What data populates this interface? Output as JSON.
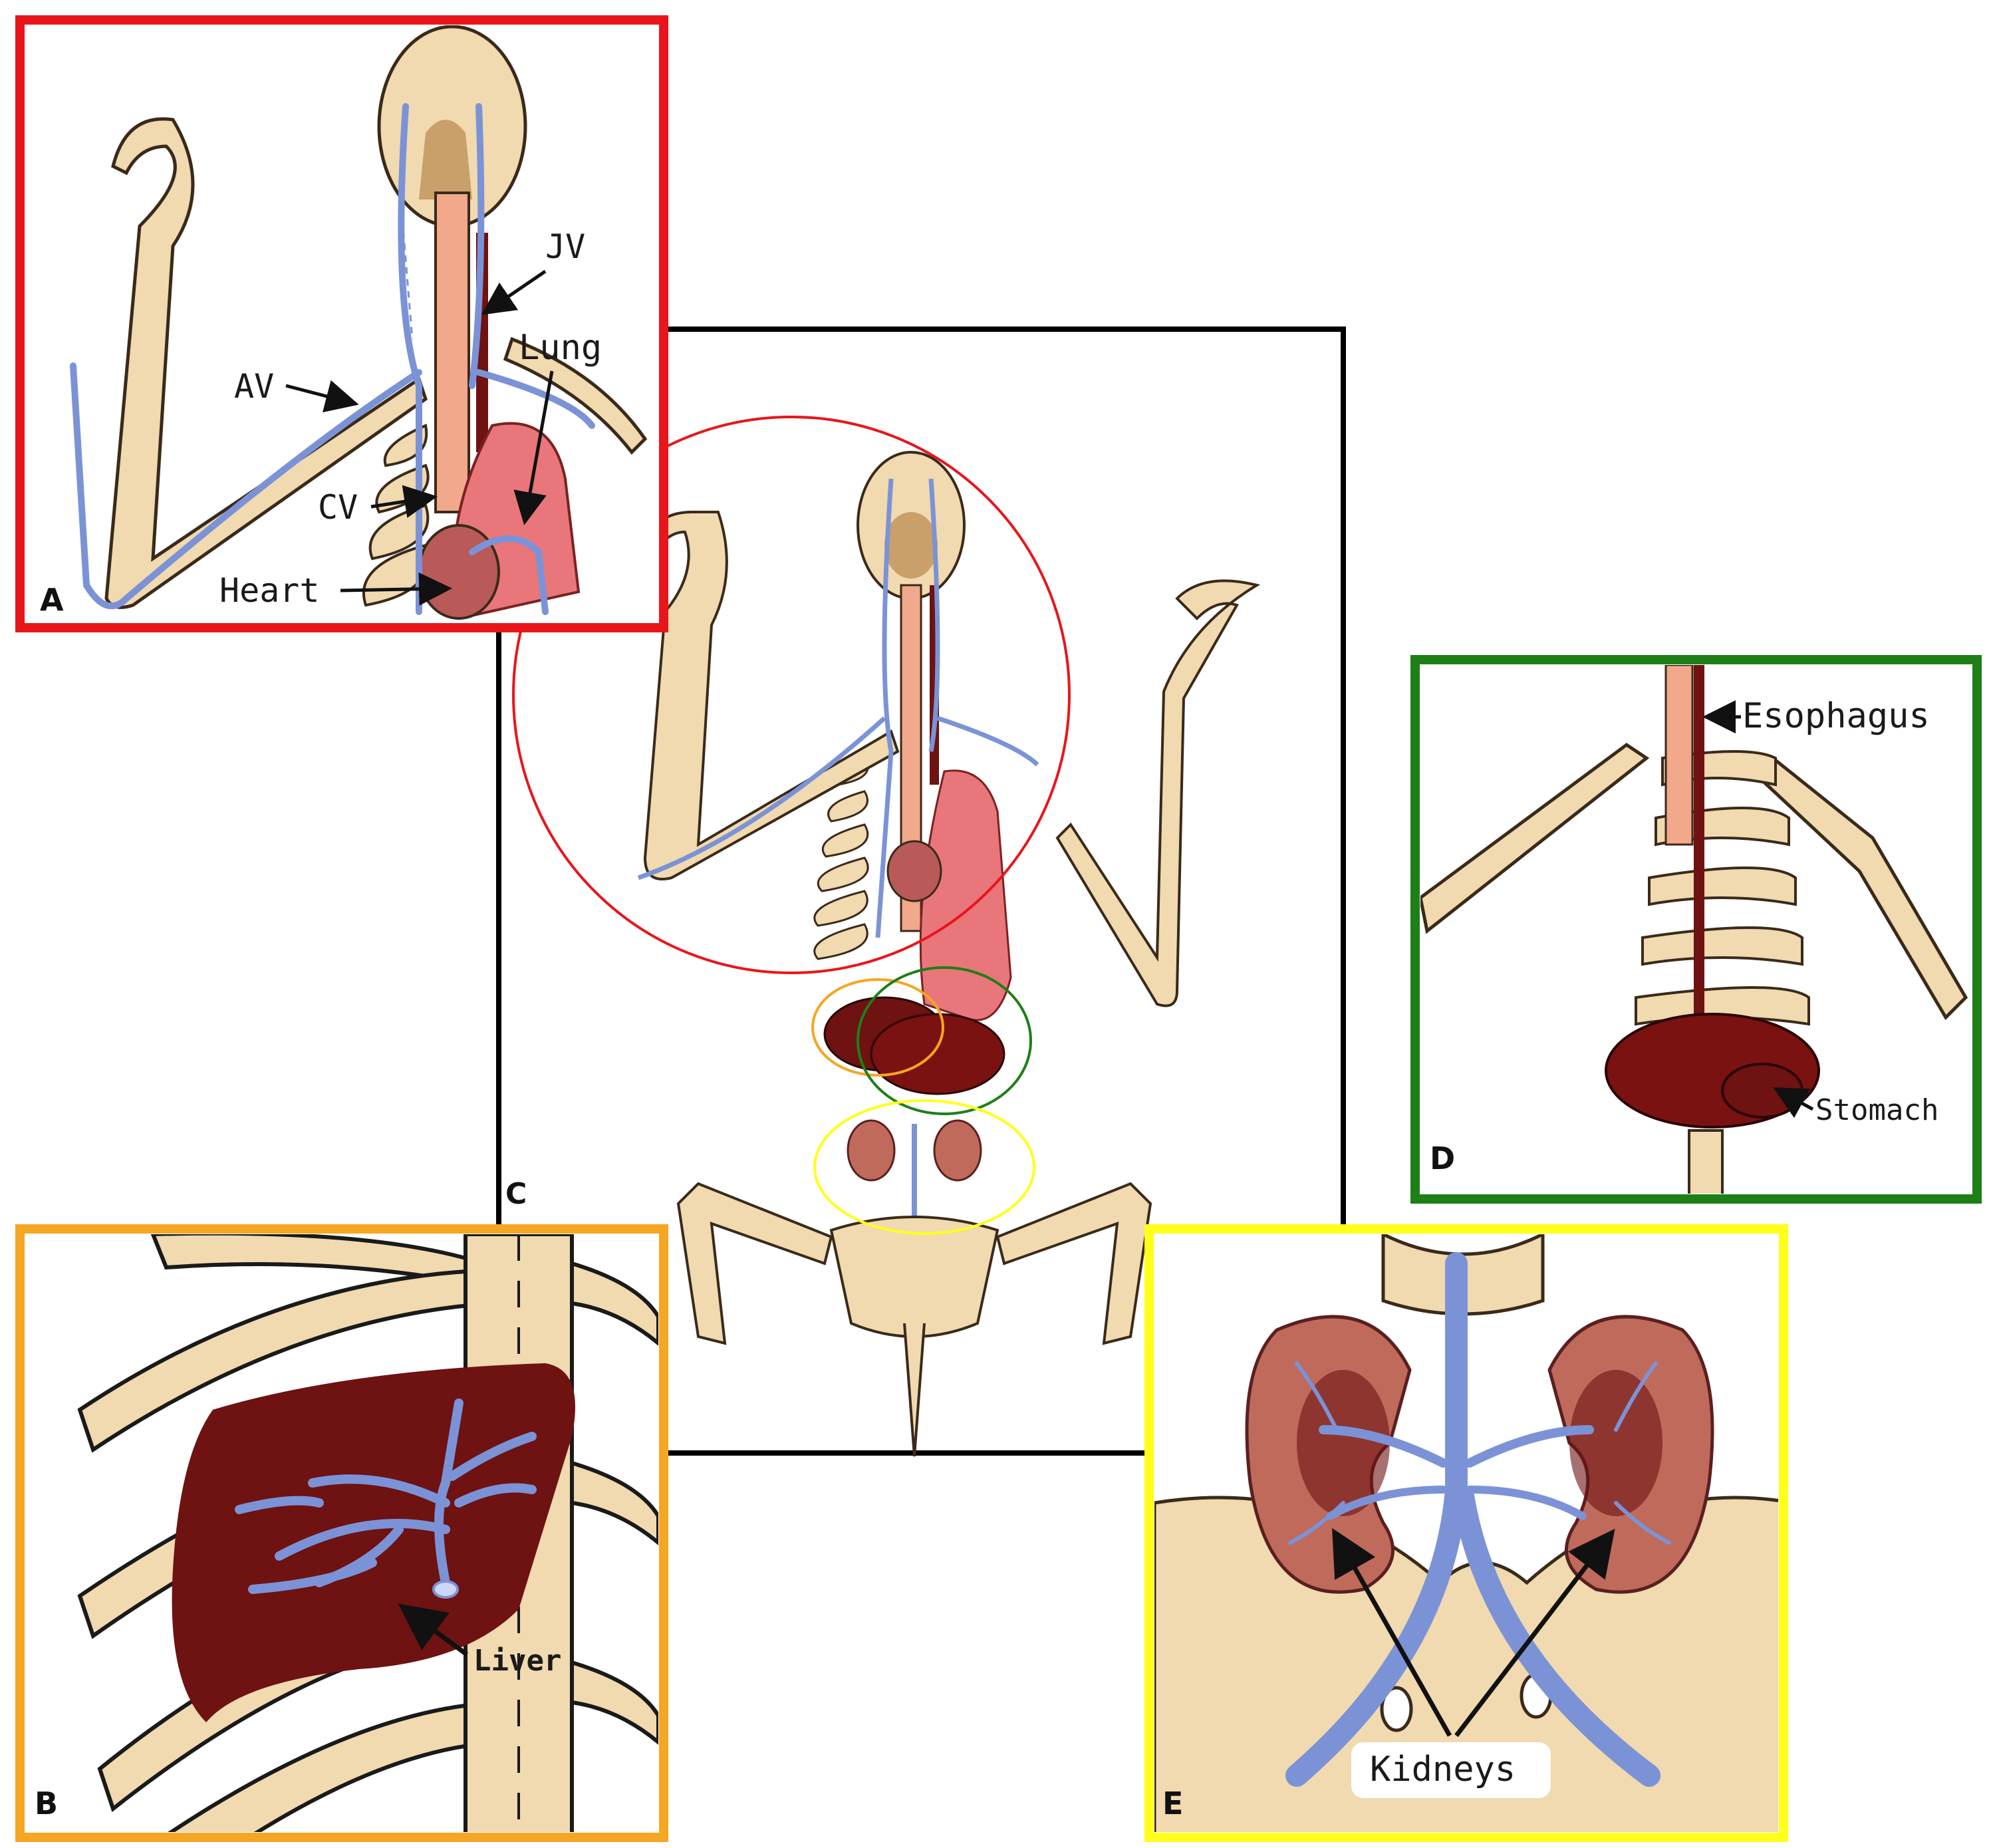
{
  "colors": {
    "panel_a_frame": "#e8161b",
    "panel_b_frame": "#f5a623",
    "panel_c_frame": "#000000",
    "panel_d_frame": "#1e7f17",
    "panel_e_frame": "#ffff1a",
    "bone": "#f1d9b0",
    "bone_outline": "#3a2a1a",
    "vein": "#7b93d6",
    "lung": "#e8767a",
    "liver": "#6e1212",
    "esophagus": "#f2a88a",
    "kidney": "#c06a5c"
  },
  "panels": {
    "a": {
      "letter": "A"
    },
    "b": {
      "letter": "B"
    },
    "c": {
      "letter": "C"
    },
    "d": {
      "letter": "D"
    },
    "e": {
      "letter": "E"
    }
  },
  "labels": {
    "jv": "JV",
    "lung": "Lung",
    "av": "AV",
    "cv": "CV",
    "heart": "Heart",
    "liver": "Liver",
    "esophagus": "Esophagus",
    "stomach": "Stomach",
    "kidneys": "Kidneys"
  },
  "icons": {
    "skeleton": "bird-skeleton-illustration",
    "arrow": "pointer-arrow"
  }
}
